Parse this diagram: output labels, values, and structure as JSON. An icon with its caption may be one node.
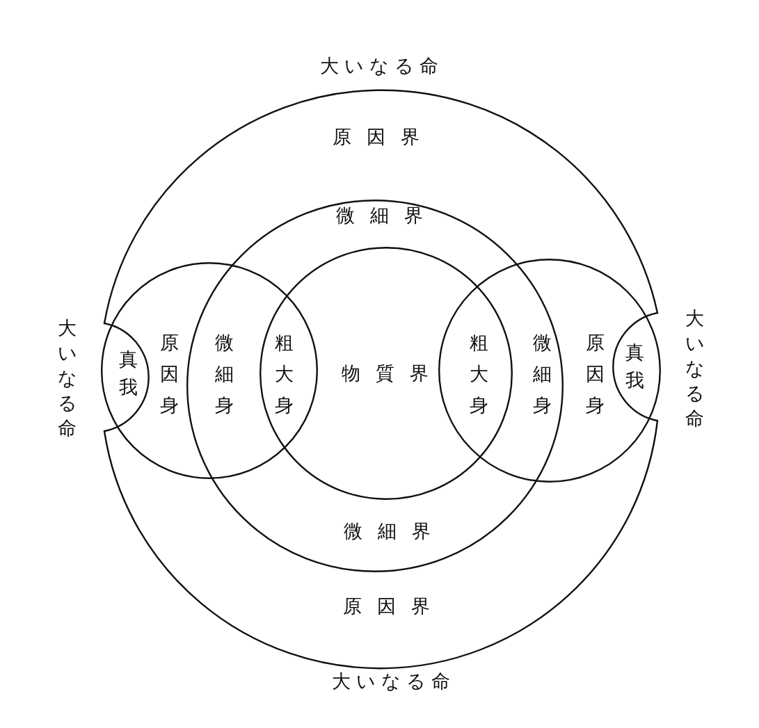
{
  "diagram": {
    "nodes": [
      {
        "text": [
          "原因界",
          "原因界"
        ]
      },
      {
        "text": [
          "微細界",
          "微細界"
        ],
        "in": 0
      },
      {
        "text": [
          "物質界"
        ],
        "in": 1
      },
      {
        "text": [
          "原因身"
        ],
        "in": 0
      },
      {
        "text": [
          "原因身"
        ],
        "in": 0
      }
    ],
    "labels": [
      "大いなる命",
      "大いなる命",
      "真我",
      "微細身",
      "粗大身",
      "粗大身",
      "微細身",
      "真我",
      "大いなる命",
      "大いなる命"
    ]
  }
}
